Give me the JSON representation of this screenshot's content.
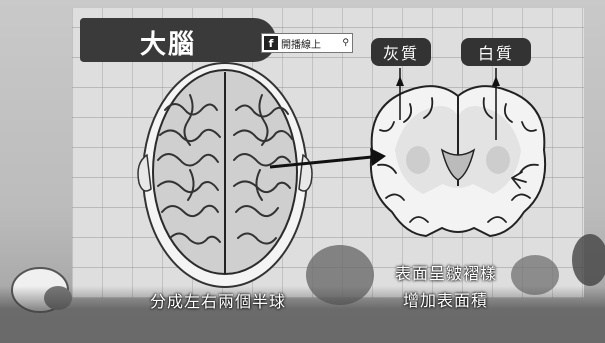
{
  "title": "大腦",
  "facebook_badge": {
    "label": "開播線上",
    "icon": "facebook-icon",
    "search_icon": "search-icon"
  },
  "labels": {
    "gray_matter": "灰質",
    "white_matter": "白質"
  },
  "captions": {
    "left": "分成左右兩個半球",
    "right_line1": "表面呈皺褶樣",
    "right_line2": "增加表面積"
  },
  "colors": {
    "title_bg": "#3a3a3a",
    "label_bg": "#333333",
    "arrow": "#111111"
  }
}
